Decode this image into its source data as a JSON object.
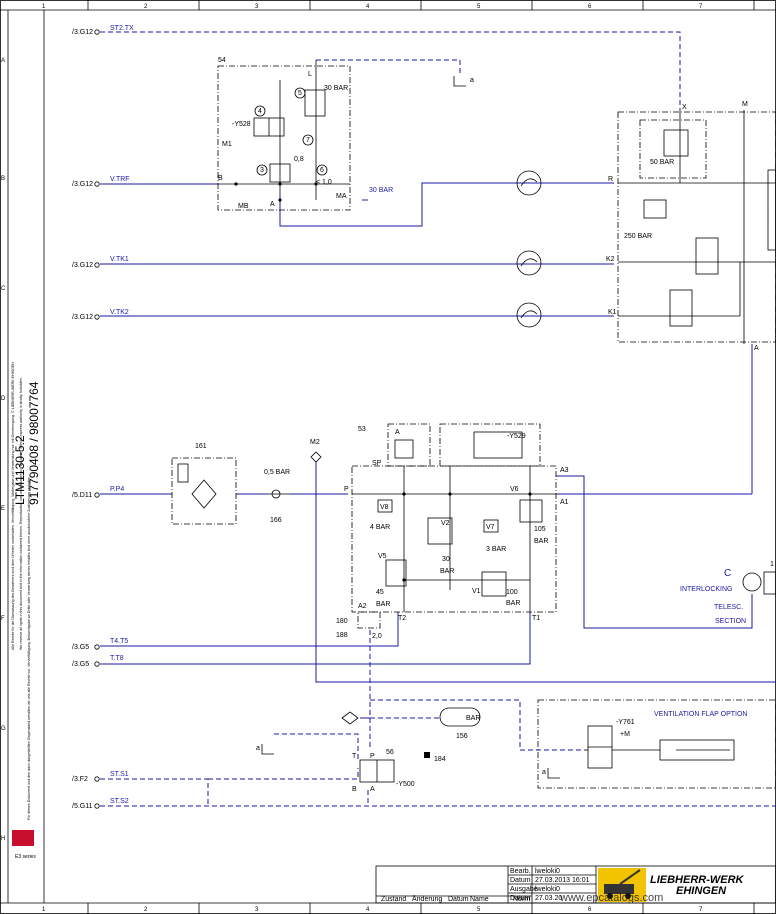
{
  "grid_columns": [
    "1",
    "2",
    "3",
    "4",
    "5",
    "6",
    "7"
  ],
  "left_rows": [
    "A",
    "B",
    "C",
    "D",
    "E",
    "F",
    "G",
    "H"
  ],
  "document": {
    "model": "LTM1130-5.2",
    "numbers": "917790408 / 98007764",
    "copyright_note_1": "Alle Rechte für die Überlassung des Bewahrers sind dem Urheber vorbehalten. Vervielfältigung, Weitergabe und Verwendung nur mit Genehmigung. © LIEBHERR-WERK EHINGEN",
    "copyright_note_2": "We reserve all rights in this document and in the information contained therein. Reproduction, use or disclosure to third parties without express authority is strictly forbidden.",
    "copyright_note_3": "Für dieses Dokument und den darin dargestellten Gegenstand behalten wir uns alle Rechte vor. Vervielfältigung, Bekanntgabe an Dritte oder Verwertung seines Inhaltes sind ohne ausdrückliche Zustimmung verboten.",
    "series_logo": "E3 series"
  },
  "signals": [
    {
      "ref": "/3.G12",
      "name": "ST2.TX"
    },
    {
      "ref": "/3.G12",
      "name": "V.TRF"
    },
    {
      "ref": "/3.G12",
      "name": "V.TK1"
    },
    {
      "ref": "/3.G12",
      "name": "V.TK2"
    },
    {
      "ref": "/5.D11",
      "name": "P.P4"
    },
    {
      "ref": "/3.G5",
      "name": "T4.T5"
    },
    {
      "ref": "/3.G5",
      "name": "T.T8"
    },
    {
      "ref": "/3.F2",
      "name": "ST.S1"
    },
    {
      "ref": "/5.G11",
      "name": "ST.S2"
    }
  ],
  "components": {
    "c54": "54",
    "c53": "53",
    "c161": "161",
    "c166": "166",
    "c156": "156",
    "c56": "56",
    "c184": "184",
    "c180": "180",
    "c188": "188",
    "m2": "M2",
    "m1": "M1",
    "mb": "MB",
    "ma": "MA",
    "m_top": "M",
    "y528": "-Y528",
    "y529": "-Y529",
    "y500": "-Y500",
    "y761": "-Y761",
    "plus_m": "+M",
    "n4": "4",
    "n5": "5",
    "n3": "3",
    "n7": "7",
    "n6": "6",
    "v1": "V1",
    "v2": "V2",
    "v5": "V5",
    "v6": "V6",
    "v7": "V7",
    "v8": "V8",
    "c_label": "C",
    "c1_partial": "1"
  },
  "ports": {
    "a": "a",
    "L": "L",
    "B": "B",
    "A": "A",
    "X": "X",
    "R": "R",
    "K2": "K2",
    "K1": "K1",
    "P": "P",
    "SP": "SP",
    "A3": "A3",
    "A1": "A1",
    "A2": "A2",
    "T2": "T2",
    "T1": "T1",
    "T": "T"
  },
  "pressures": {
    "p30bar": "30 BAR",
    "p08": "0,8",
    "p10": "< 1,0",
    "ma30": "30 BAR",
    "p50": "50 BAR",
    "p250": "250 BAR",
    "p05": "0,5 BAR",
    "p4": "4 BAR",
    "p30b": "30",
    "bar": "BAR",
    "p45": "45",
    "p3": "3 BAR",
    "p105": "105",
    "p100": "100",
    "p20": "2,0",
    "bar156": "BAR"
  },
  "annotations": {
    "interlocking": "INTERLOCKING",
    "telesc": "TELESC.",
    "section": "SECTION",
    "ventilation": "VENTILATION FLAP  OPTION"
  },
  "title_block": {
    "labels": [
      "Bearb.",
      "Datum",
      "Ausgabe",
      "Datum"
    ],
    "values": [
      "lweloki0",
      "27.03.2013  16:01",
      "lweloki0",
      "27.03.20"
    ],
    "bottom_labels": [
      "Zustand",
      "Änderung",
      "Datum",
      "Name",
      "Norm"
    ],
    "watermark": "www.epcatalogs.com",
    "company_1": "LIEBHERR-WERK",
    "company_2": "EHINGEN"
  }
}
